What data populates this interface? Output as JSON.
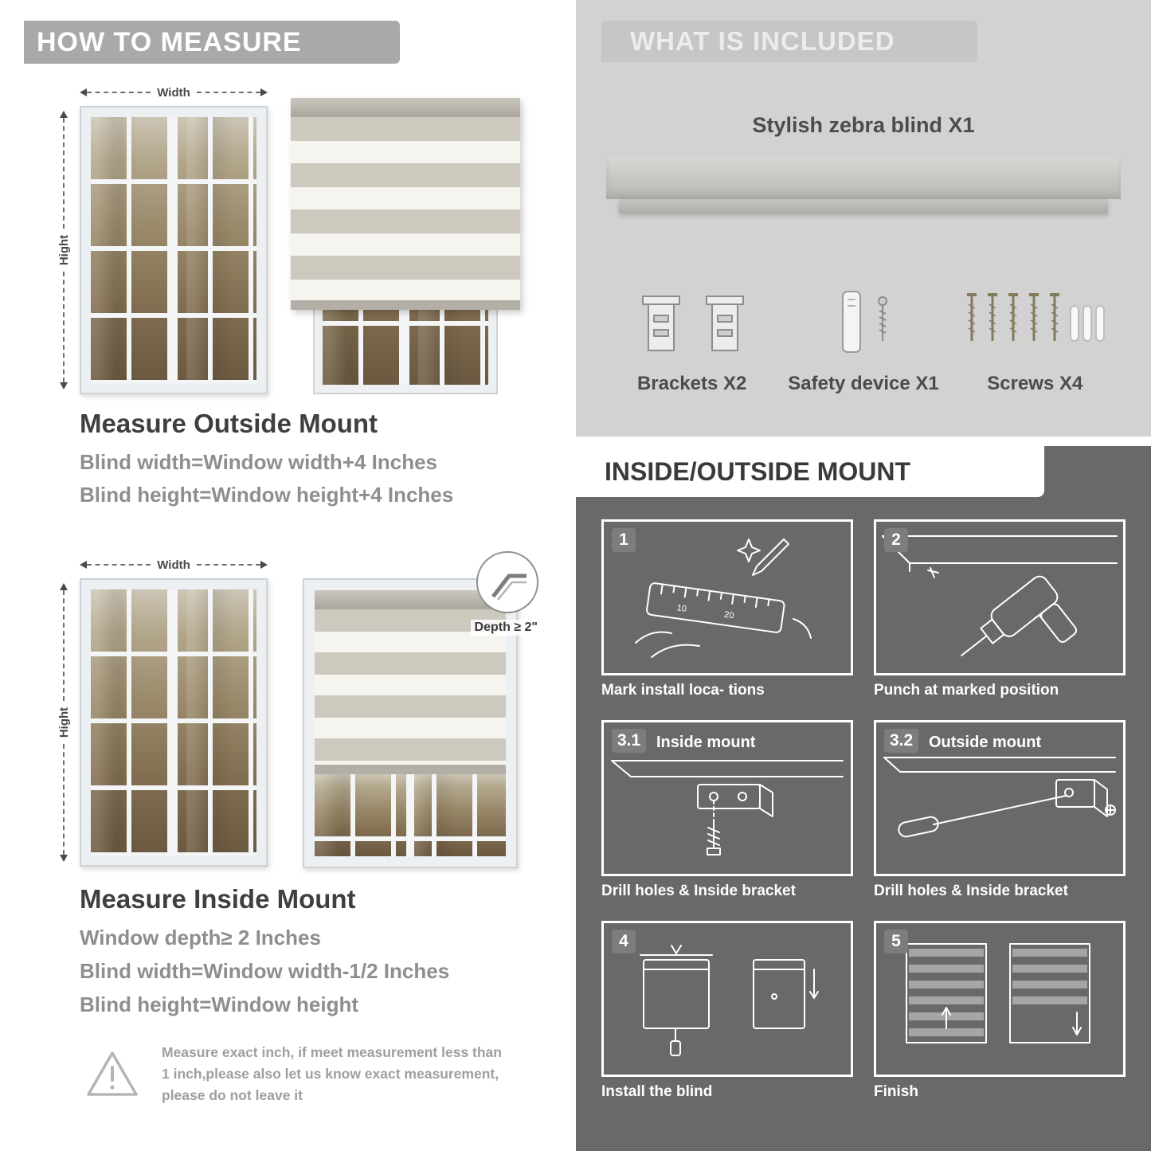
{
  "colors": {
    "left_banner": "#a9a9a9",
    "light_section": "#d2d2d2",
    "included_banner": "#c6c6c6",
    "dark_section": "#696969",
    "heading_text": "#3f3f3f",
    "body_text": "#8e8e8e"
  },
  "left": {
    "banner_title": "HOW TO MEASURE",
    "outside": {
      "width_label": "Width",
      "height_label": "Hight",
      "heading": "Measure Outside Mount",
      "lines": [
        "Blind width=Window width+4 Inches",
        "Blind height=Window height+4 Inches"
      ]
    },
    "inside": {
      "width_label": "Width",
      "height_label": "Hight",
      "depth_label": "Depth ≥ 2\"",
      "heading": "Measure Inside Mount",
      "lines": [
        "Window depth≥ 2 Inches",
        "Blind width=Window width-1/2 Inches",
        "Blind height=Window height"
      ]
    },
    "warning_text": "Measure exact inch, if meet measurement less than 1 inch,please also let us know exact measurement, please do not leave it"
  },
  "right": {
    "included": {
      "banner_title": "WHAT IS INCLUDED",
      "product_label": "Stylish zebra blind X1",
      "items": [
        {
          "label": "Brackets X2"
        },
        {
          "label": "Safety device X1"
        },
        {
          "label": "Screws X4"
        }
      ]
    },
    "mount": {
      "title": "INSIDE/OUTSIDE MOUNT",
      "steps": [
        {
          "num": "1",
          "caption": "Mark install loca- tions"
        },
        {
          "num": "2",
          "caption": "Punch at  marked position"
        },
        {
          "num": "3.1",
          "label": "Inside mount",
          "caption": "Drill holes &  Inside bracket"
        },
        {
          "num": "3.2",
          "label": "Outside mount",
          "caption": "Drill holes &  Inside bracket"
        },
        {
          "num": "4",
          "caption": "Install the blind"
        },
        {
          "num": "5",
          "caption": "Finish"
        }
      ]
    }
  }
}
